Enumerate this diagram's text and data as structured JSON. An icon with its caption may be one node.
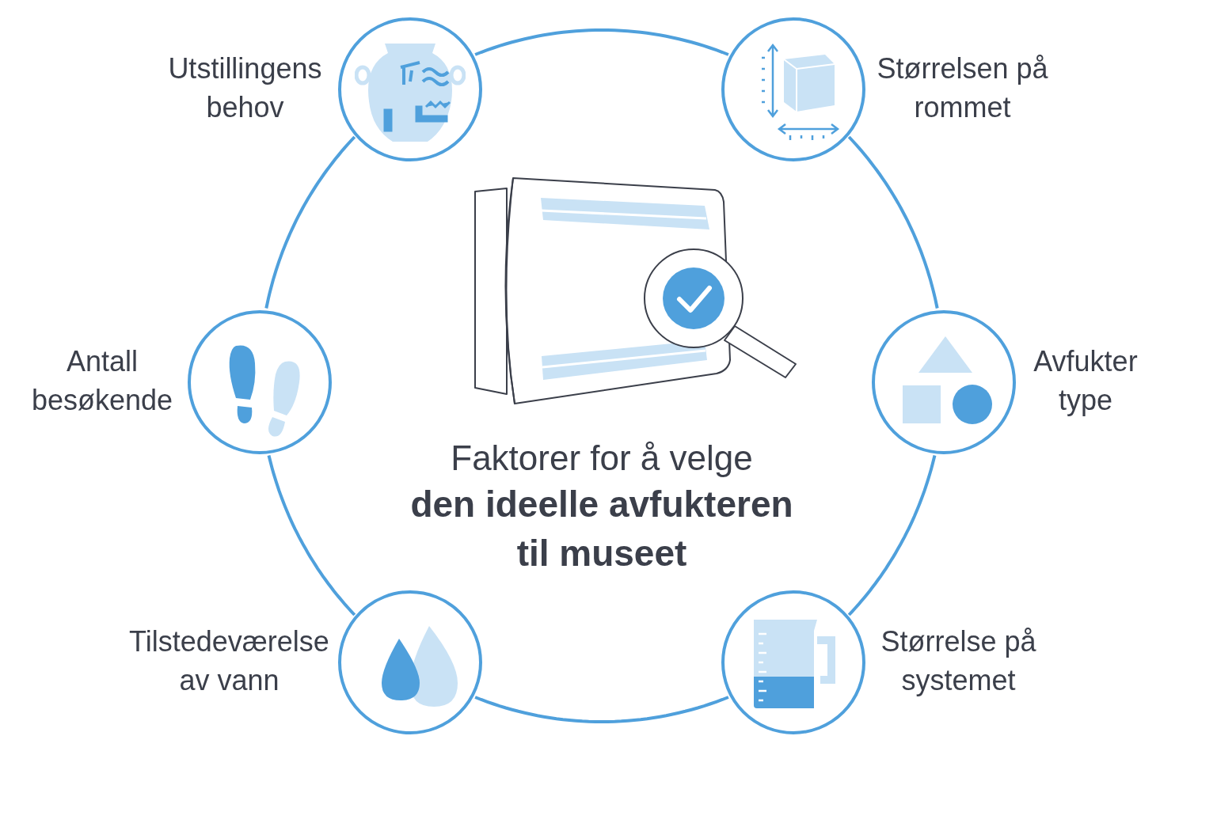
{
  "diagram": {
    "title": "Faktorer for å velge **den ideelle avfukteren til museet**",
    "nodes": [
      {
        "text": [
          "Utstillingens behov"
        ]
      },
      {
        "text": [
          "Størrelsen på rommet"
        ]
      },
      {
        "text": [
          "Antall besøkende"
        ]
      },
      {
        "text": [
          "Avfukter type"
        ]
      },
      {
        "text": [
          "Tilstedeværelse av vann"
        ]
      },
      {
        "text": [
          "Størrelse på systemet"
        ]
      }
    ],
    "edges": [
      {
        "from": 0,
        "to": 1,
        "arrow": "none"
      },
      {
        "from": 1,
        "to": 3,
        "arrow": "none"
      },
      {
        "from": 3,
        "to": 5,
        "arrow": "none"
      },
      {
        "from": 5,
        "to": 4,
        "arrow": "none"
      },
      {
        "from": 4,
        "to": 2,
        "arrow": "none"
      },
      {
        "from": 2,
        "to": 0,
        "arrow": "none"
      }
    ]
  }
}
